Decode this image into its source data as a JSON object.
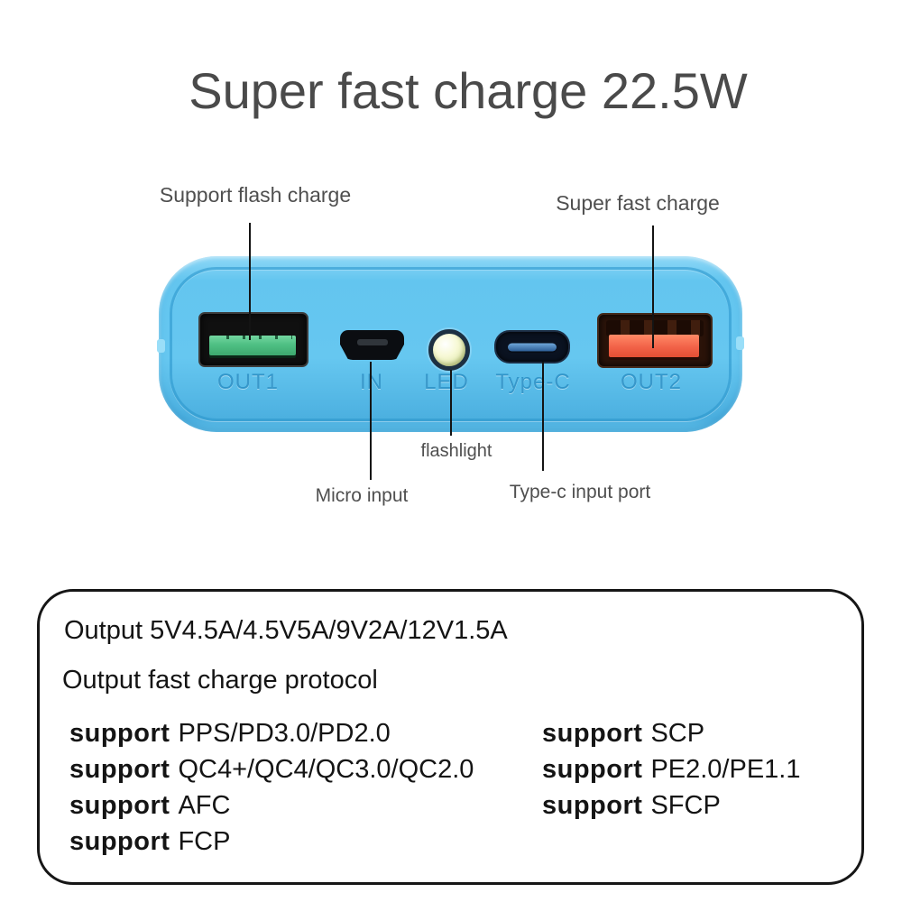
{
  "title": "Super fast charge 22.5W",
  "annotations": {
    "top_left": "Support flash charge",
    "top_right": "Super fast charge",
    "flashlight": "flashlight",
    "micro_input": "Micro input",
    "type_c_input": "Type-c input port"
  },
  "device": {
    "port_labels": [
      "OUT1",
      "IN",
      "LED",
      "Type-C",
      "OUT2"
    ],
    "ports": [
      {
        "name": "OUT1",
        "type": "usb-a",
        "color": "green"
      },
      {
        "name": "IN",
        "type": "micro-usb",
        "color": "black"
      },
      {
        "name": "LED",
        "type": "flashlight",
        "color": "pale-yellow"
      },
      {
        "name": "Type-C",
        "type": "usb-c",
        "color": "blue"
      },
      {
        "name": "OUT2",
        "type": "usb-a",
        "color": "orange-red"
      }
    ]
  },
  "specs": {
    "output_line": "Output 5V4.5A/4.5V5A/9V2A/12V1.5A",
    "protocol_heading": "Output fast charge protocol",
    "support_word": "support",
    "left_column": [
      "PPS/PD3.0/PD2.0",
      "QC4+/QC4/QC3.0/QC2.0",
      "AFC",
      "FCP"
    ],
    "right_column": [
      "SCP",
      "PE2.0/PE1.1",
      "SFCP"
    ]
  },
  "colors": {
    "body_blue": "#63c5ef",
    "groove_blue": "#2894cb",
    "engraved_label": "#248cc3",
    "out1_green": "#4fc084",
    "out2_orange": "#f26248",
    "typec_tab_blue": "#2c5e96",
    "led_lens": "#f7f9d6",
    "annotation_gray": "#4f4f4f",
    "spec_text": "#141414",
    "background": "#ffffff"
  }
}
